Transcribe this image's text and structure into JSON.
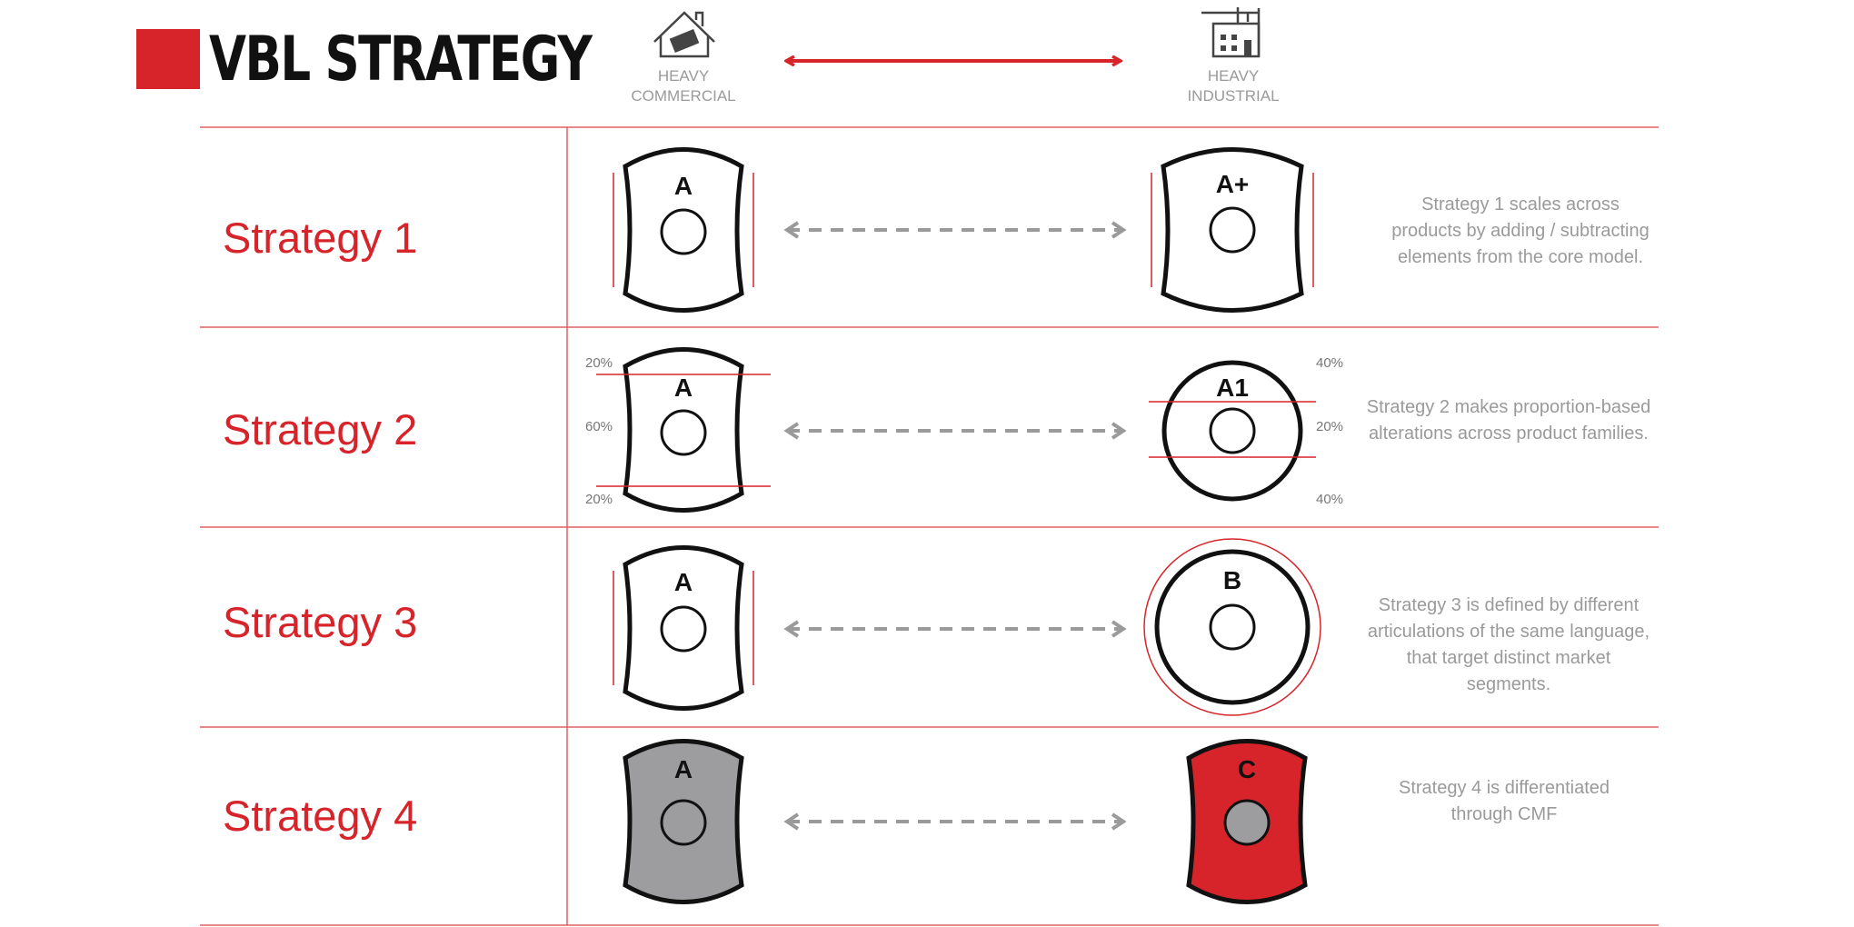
{
  "header": {
    "title": "VBL STRATEGY",
    "left_label_line1": "HEAVY",
    "left_label_line2": "COMMERCIAL",
    "right_label_line1": "HEAVY",
    "right_label_line2": "INDUSTRIAL",
    "left_icon": "house-icon",
    "right_icon": "factory-icon"
  },
  "colors": {
    "accent": "#d7242b",
    "divider": "#e06060",
    "muted": "#9a9a9a",
    "dark": "#111111"
  },
  "strategies": [
    {
      "title": "Strategy 1",
      "left_label": "A",
      "right_label": "A+",
      "description": "Strategy 1 scales across products by adding / subtracting elements from the core model."
    },
    {
      "title": "Strategy 2",
      "left_label": "A",
      "right_label": "A1",
      "left_percentages": [
        "20%",
        "60%",
        "20%"
      ],
      "right_percentages": [
        "40%",
        "20%",
        "40%"
      ],
      "description": "Strategy 2 makes proportion-based alterations across product families."
    },
    {
      "title": "Strategy 3",
      "left_label": "A",
      "right_label": "B",
      "description": "Strategy 3 is defined by different articulations of the same language, that target distinct market segments."
    },
    {
      "title": "Strategy 4",
      "left_label": "A",
      "right_label": "C",
      "left_fill": "#9d9d9f",
      "right_fill": "#d7242b",
      "description": "Strategy 4 is differentiated through CMF"
    }
  ]
}
